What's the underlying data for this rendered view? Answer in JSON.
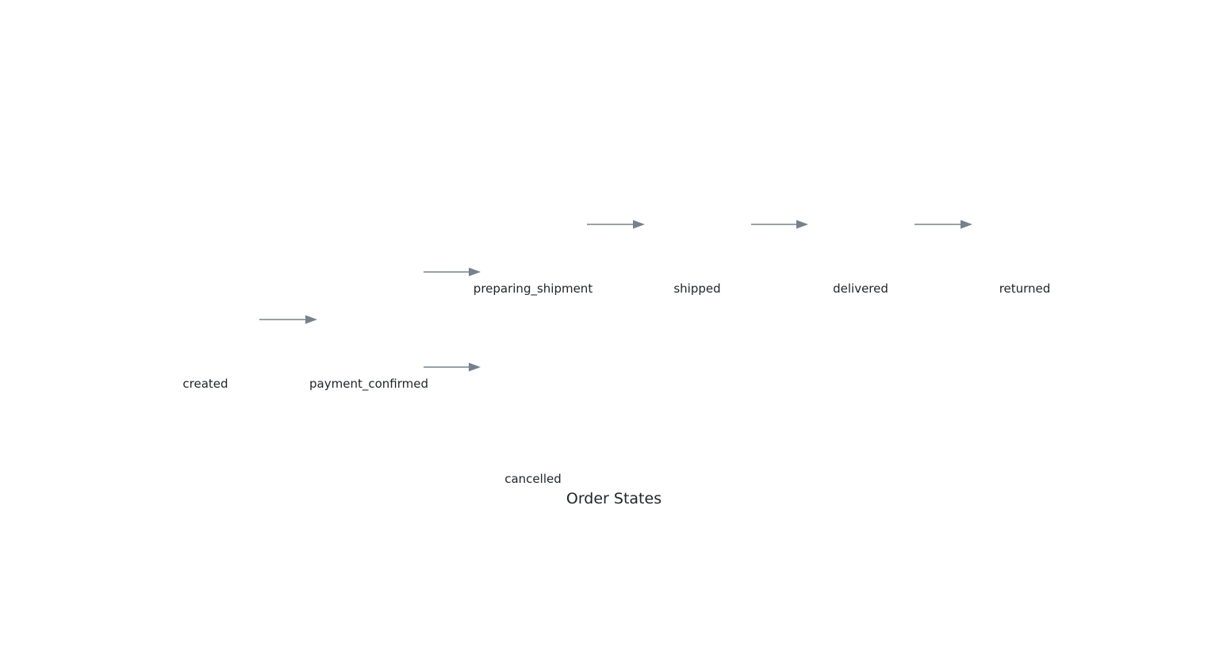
{
  "diagram": {
    "title": "Order States",
    "edge_color": "#77818b",
    "text_color": "#1f2328",
    "states": [
      {
        "id": "created",
        "label": "created"
      },
      {
        "id": "payment_confirmed",
        "label": "payment_confirmed"
      },
      {
        "id": "preparing_shipment",
        "label": "preparing_shipment"
      },
      {
        "id": "shipped",
        "label": "shipped"
      },
      {
        "id": "delivered",
        "label": "delivered"
      },
      {
        "id": "returned",
        "label": "returned"
      },
      {
        "id": "cancelled",
        "label": "cancelled"
      }
    ],
    "transitions": [
      {
        "from": "created",
        "to": "payment_confirmed"
      },
      {
        "from": "payment_confirmed",
        "to": "preparing_shipment"
      },
      {
        "from": "payment_confirmed",
        "to": "cancelled"
      },
      {
        "from": "preparing_shipment",
        "to": "shipped"
      },
      {
        "from": "shipped",
        "to": "delivered"
      },
      {
        "from": "delivered",
        "to": "returned"
      }
    ]
  }
}
